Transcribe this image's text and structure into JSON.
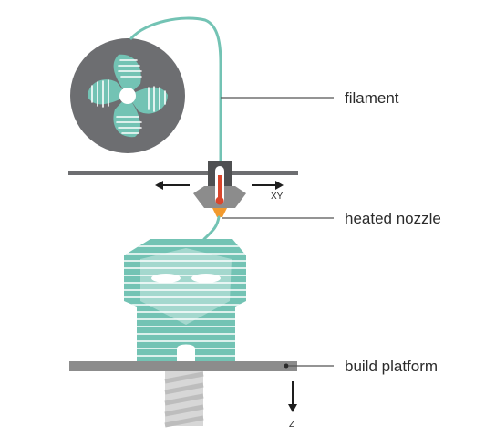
{
  "labels": {
    "filament": "filament",
    "heated_nozzle": "heated nozzle",
    "build_platform": "build platform"
  },
  "axes": {
    "xy": "XY",
    "z": "Z"
  },
  "colors": {
    "teal": "#73c3b4",
    "teal_light": "#a9ddd3",
    "gray_dark": "#6d6e71",
    "gray_mid": "#8c8c8c",
    "screw_light": "#d7d7d7",
    "nozzle_tip": "#f29a2e",
    "thermo_red": "#d9452b",
    "text": "#2b2b2b"
  },
  "icons": {
    "spool": "filament-spool-icon",
    "fan_blades": "fan-blade-icon",
    "extruder": "extruder-head-icon",
    "thermometer": "thermometer-icon",
    "printed_object": "printed-robot-object-icon",
    "screw": "z-axis-screw-icon"
  }
}
